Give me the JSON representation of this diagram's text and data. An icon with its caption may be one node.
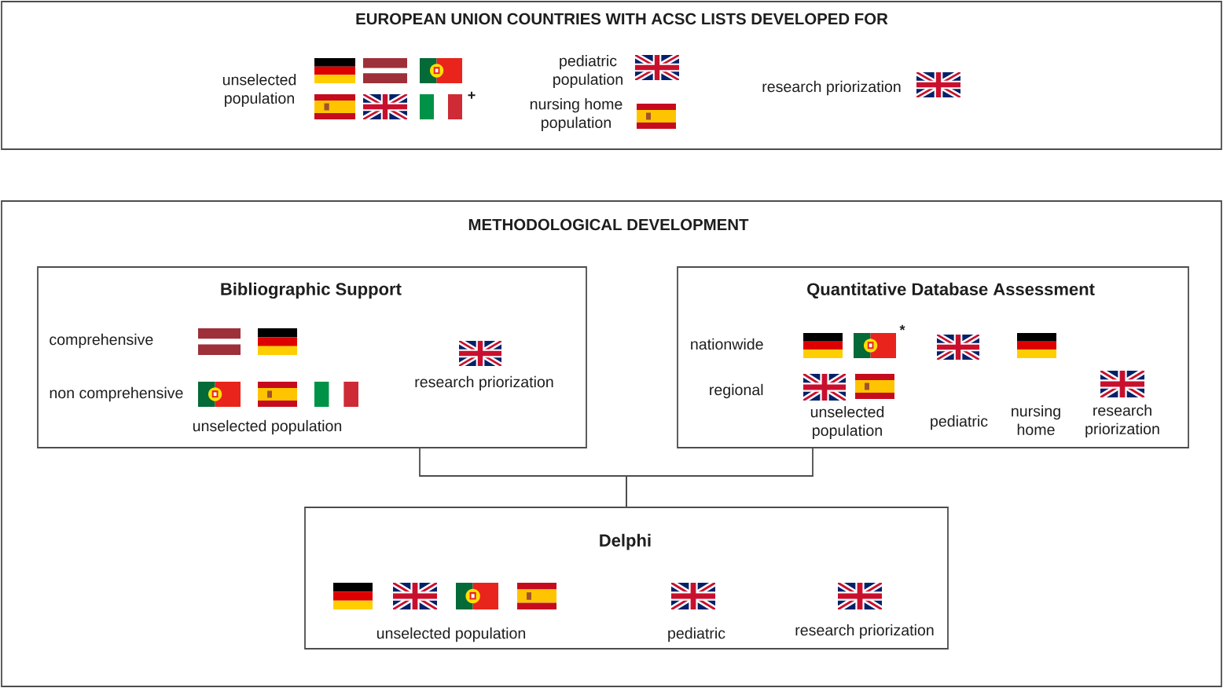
{
  "diagram": {
    "nodes": [
      {
        "text": [
          "EUROPEAN UNION COUNTRIES WITH ACSC LISTS DEVELOPED FOR",
          "unselected population",
          "+",
          "pediatric population",
          "nursing home population",
          "research priorization"
        ]
      },
      {
        "text": [
          "METHODOLOGICAL DEVELOPMENT"
        ]
      },
      {
        "text": [
          "Bibliographic Support",
          "comprehensive",
          "non comprehensive",
          "unselected population",
          "research priorization"
        ],
        "in": 1
      },
      {
        "text": [
          "Quantitative Database Assessment",
          "nationwide",
          "*",
          "regional",
          "unselected population",
          "pediatric",
          "nursing home",
          "research priorization"
        ],
        "in": 1
      },
      {
        "text": [
          "Delphi",
          "unselected population",
          "pediatric",
          "research priorization"
        ],
        "in": 1
      }
    ],
    "edges": [
      {
        "from": 2,
        "to": 4,
        "arrow": "none"
      },
      {
        "from": 3,
        "to": 4,
        "arrow": "none"
      }
    ]
  }
}
